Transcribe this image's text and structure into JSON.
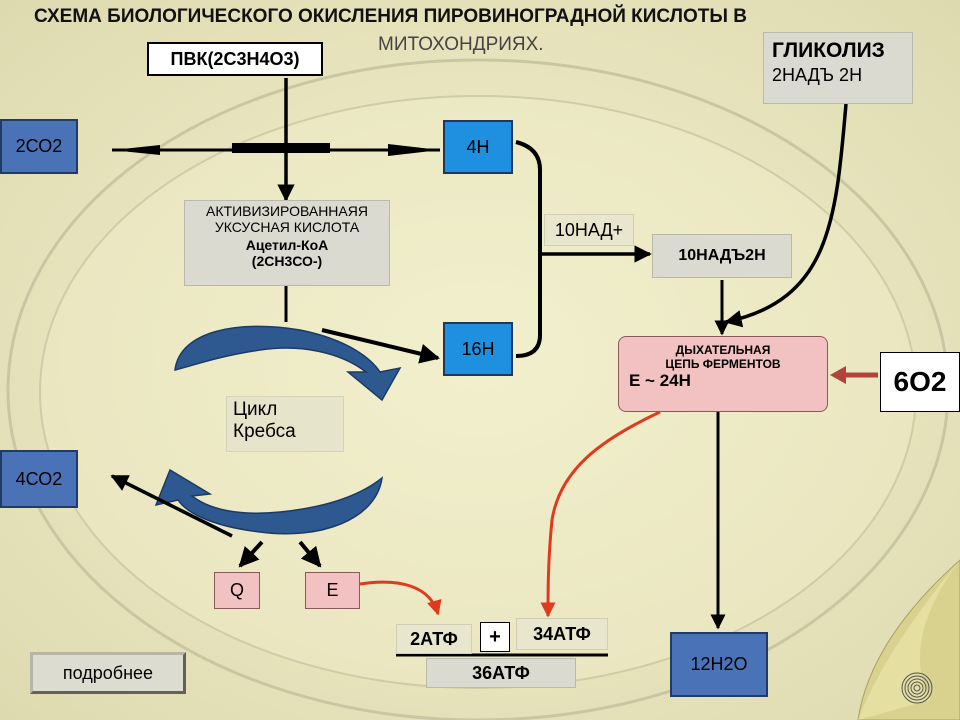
{
  "title": "СХЕМА БИОЛОГИЧЕСКОГО ОКИСЛЕНИЯ ПИРОВИНОГРАДНОЙ КИСЛОТЫ В",
  "subtitle": "МИТОХОНДРИЯХ.",
  "pvk": "ПВК(2С3Н4О3)",
  "glycolysis": {
    "title": "ГЛИКОЛИЗ",
    "sub": "2НАДЪ 2Н"
  },
  "co2_top": "2СО2",
  "co2_bottom": "4СО2",
  "h4": "4Н",
  "h16": "16Н",
  "acetyl": {
    "line1": "АКТИВИЗИРОВАННАЯЯ",
    "line2": "УКСУСНАЯ КИСЛОТА",
    "line3": "Ацетил-КоА",
    "line4": "(2СН3СО-)"
  },
  "nad_plus": "10НАД+",
  "nad_h": "10НАДЪ2Н",
  "krebs": {
    "line1": "Цикл",
    "line2": "Кребса"
  },
  "chain": {
    "line1": "ДЫХАТЕЛЬНАЯ",
    "line2": "ЦЕПЬ ФЕРМЕНТОВ",
    "line3": "Е ~ 24Н"
  },
  "o2": "6О2",
  "q": "Q",
  "e": "Е",
  "atp2": "2АТФ",
  "plus": "+",
  "atp34": "34АТФ",
  "atp36": "36АТФ",
  "water": "12Н2О",
  "more_button": "подробнее",
  "colors": {
    "background": "#ece8c2",
    "blue_box": "#1f8fe0",
    "steel_box": "#4a73b7",
    "pink_box": "#f2c1c1",
    "krebs_arrows": "#2e5890",
    "red_arrow": "#e03a1e",
    "o2_arrow": "#b0433a"
  },
  "icons": [
    "page-curl-icon",
    "spiral-icon"
  ]
}
